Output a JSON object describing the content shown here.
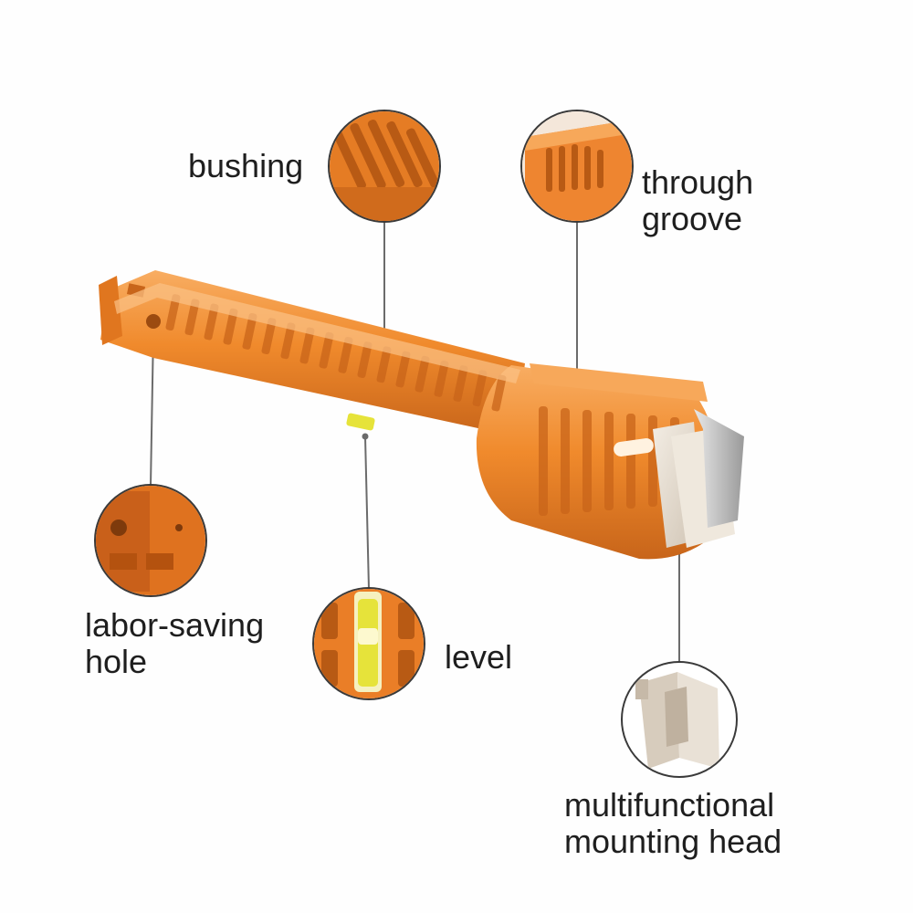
{
  "callouts": {
    "bushing": {
      "label": "bushing"
    },
    "through_groove": {
      "line1": "through",
      "line2": "groove"
    },
    "labor_saving_hole": {
      "line1": "labor-saving",
      "line2": "hole"
    },
    "level": {
      "label": "level"
    },
    "mounting_head": {
      "line1": "multifunctional",
      "line2": "mounting head"
    }
  },
  "colors": {
    "tool_orange": "#f08a2c",
    "tool_orange_dark": "#c8651a",
    "tool_orange_light": "#f7a85a",
    "level_vial": "#e6e33a",
    "mounting_head": "#e2d7c8",
    "callout_line": "#6b6b6b",
    "text": "#1e1e1e"
  },
  "icons": [
    "faucet-wrench-tool",
    "bushing-detail",
    "through-groove-detail",
    "labor-saving-hole-detail",
    "level-detail",
    "mounting-head-detail"
  ]
}
